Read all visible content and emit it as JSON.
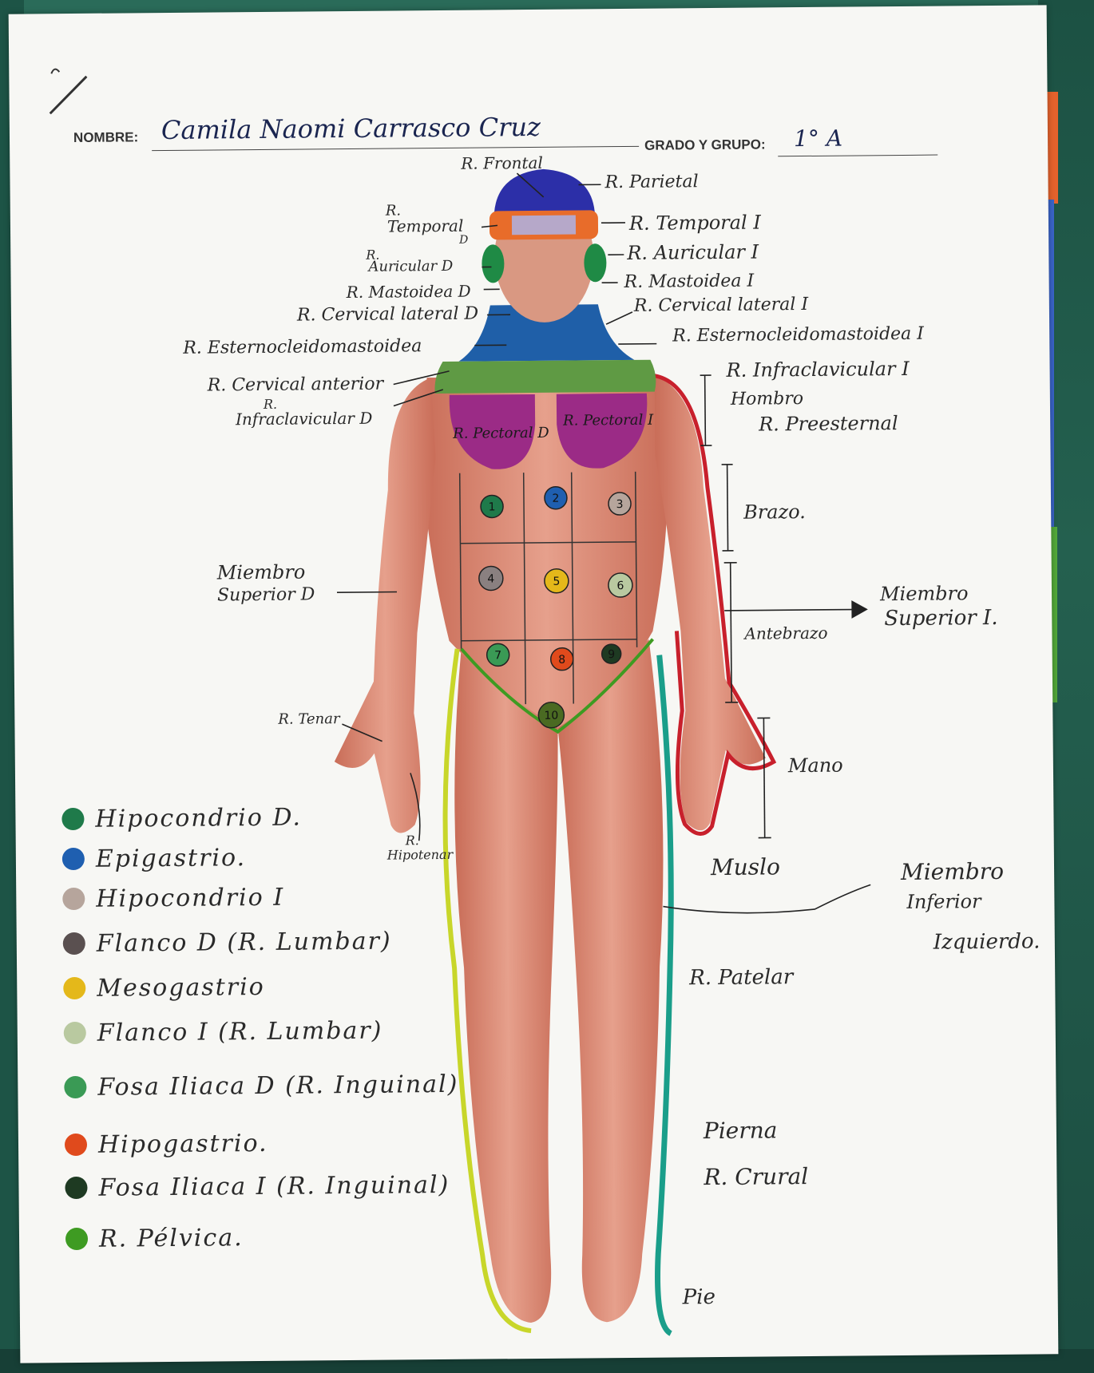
{
  "header": {
    "nombre_label": "NOMBRE:",
    "nombre_value": "Camila Naomi Carrasco Cruz",
    "grado_label": "GRADO Y GRUPO:",
    "grado_value": "1° A"
  },
  "labels": {
    "frontal": "R. Frontal",
    "parietal": "R. Parietal",
    "temporal_d_1": "R.",
    "temporal_d_2": "Temporal",
    "temporal_d_3": "D",
    "temporal_i": "R. Temporal I",
    "auricular_d_1": "R.",
    "auricular_d_2": "Auricular D",
    "auricular_i": "R. Auricular I",
    "mastoidea_d": "R. Mastoidea D",
    "mastoidea_i": "R. Mastoidea I",
    "cervical_lateral_d": "R. Cervical lateral D",
    "cervical_lateral_i": "R. Cervical lateral I",
    "esterno_d": "R. Esternocleidomastoidea",
    "esterno_i": "R. Esternocleidomastoidea I",
    "cervical_anterior": "R. Cervical anterior",
    "infraclavicular_d_1": "R.",
    "infraclavicular_d_2": "Infraclavicular D",
    "infraclavicular_i": "R. Infraclavicular I",
    "hombro": "Hombro",
    "preesternal": "R. Preesternal",
    "pectoral_d": "R. Pectoral D",
    "pectoral_i": "R. Pectoral I",
    "brazo": "Brazo.",
    "miembro_sup_d_1": "Miembro",
    "miembro_sup_d_2": "Superior D",
    "antebrazo": "Antebrazo",
    "miembro_sup_i_1": "Miembro",
    "miembro_sup_i_2": "Superior I.",
    "tenar": "R. Tenar",
    "hipotenar_1": "R.",
    "hipotenar_2": "Hipotenar",
    "mano": "Mano",
    "muslo": "Muslo",
    "miembro_inf_1": "Miembro",
    "miembro_inf_2": "Inferior",
    "miembro_inf_3": "Izquierdo.",
    "patelar": "R. Patelar",
    "pierna": "Pierna",
    "crural": "R. Crural",
    "pie": "Pie"
  },
  "abdomen_numbers": [
    "1",
    "2",
    "3",
    "4",
    "5",
    "6",
    "7",
    "8",
    "9",
    "10"
  ],
  "legend": [
    {
      "label": "Hipocondrio D.",
      "color": "#1f7a4a"
    },
    {
      "label": "Epigastrio.",
      "color": "#1f5fb0"
    },
    {
      "label": "Hipocondrio I",
      "color": "#b6a59c"
    },
    {
      "label": "Flanco D (R. Lumbar)",
      "color": "#5a5050"
    },
    {
      "label": "Mesogastrio",
      "color": "#e4b81a"
    },
    {
      "label": "Flanco I (R. Lumbar)",
      "color": "#b9c9a0"
    },
    {
      "label": "Fosa Iliaca D (R. Inguinal)",
      "color": "#3a9a55"
    },
    {
      "label": "Hipogastrio.",
      "color": "#e04a1c"
    },
    {
      "label": "Fosa Iliaca I (R. Inguinal)",
      "color": "#1e3a22"
    },
    {
      "label": "R. Pélvica.",
      "color": "#3e9b22"
    }
  ],
  "colors": {
    "head_top": "#2c2fa8",
    "temporal": "#e86c2a",
    "auricular": "#1f8a45",
    "neck": "#1f5fa8",
    "clavicular": "#5f9a44",
    "pectoral": "#9b2b86",
    "skin": "#d98a72",
    "outline_red": "#c8202c",
    "outline_yellow": "#c8d62a",
    "outline_teal": "#1a9e8a"
  }
}
